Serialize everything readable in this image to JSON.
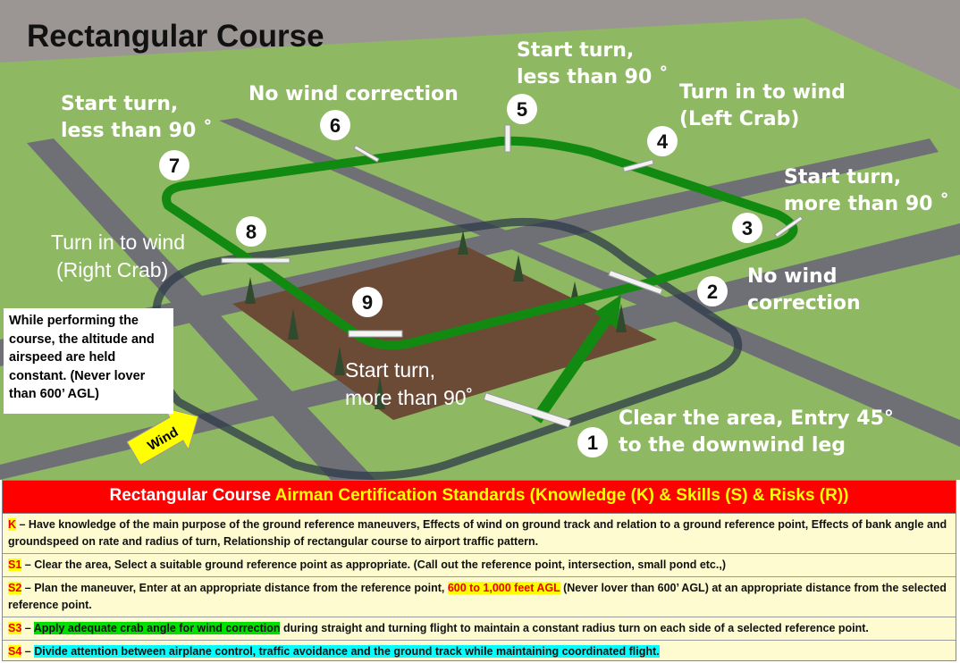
{
  "title": "Rectangular Course",
  "labels": {
    "p1": [
      "Clear the area, Entry 45°",
      "to the downwind leg"
    ],
    "p2": [
      "No wind",
      "correction"
    ],
    "p3": [
      "Start turn,",
      "more than 90 ˚"
    ],
    "p4": [
      "Turn in to wind",
      "(Left Crab)"
    ],
    "p5": [
      "Start turn,",
      "less than 90 ˚"
    ],
    "p6": [
      "No wind correction"
    ],
    "p7": [
      "Start turn,",
      "less than 90 ˚"
    ],
    "p8": [
      "Turn in to wind",
      "(Right Crab)"
    ],
    "p9": [
      "Start turn,",
      "more than 90˚"
    ]
  },
  "points": [
    "1",
    "2",
    "3",
    "4",
    "5",
    "6",
    "7",
    "8",
    "9"
  ],
  "wind_label": "Wind",
  "note": "While performing the course, the altitude and airspeed are held constant. (Never lover than 600’ AGL)",
  "acs": {
    "header_white": "Rectangular Course",
    "header_yellow": "Airman Certification Standards (Knowledge (K) & Skills (S) & Risks (R))",
    "rows": [
      {
        "code": "K",
        "text": " – Have knowledge of  the main purpose of the ground reference maneuvers, Effects of wind on ground track and relation to a ground reference point, Effects of bank angle and groundspeed on rate and radius of turn, Relationship of rectangular course to airport traffic pattern."
      },
      {
        "code": "S1",
        "text": " – Clear the area, Select a suitable ground reference point as appropriate. (Call out the reference point, intersection, small pond etc.,)"
      },
      {
        "code": "S2",
        "pre": " – Plan the maneuver, Enter at an appropriate distance from the reference point, ",
        "hl": "600 to 1,000 feet AGL",
        "post": " (Never lover than 600’ AGL) at an appropriate distance from the selected reference point."
      },
      {
        "code": "S3",
        "pre": " – ",
        "hl": "Apply adequate crab angle for wind correction",
        "post": " during straight and turning flight to maintain a constant radius turn on each side of a selected reference point."
      },
      {
        "code": "S4",
        "pre": " – ",
        "hl": "Divide attention between airplane control, traffic avoidance and the ground track while maintaining coordinated flight.",
        "post": ""
      }
    ]
  },
  "colors": {
    "track": "#128a12",
    "header_bg": "#ff0000",
    "header_accent": "#ffff00",
    "table_bg": "#fdfbcf",
    "grass": "#8fb862",
    "road": "#6e6d78"
  }
}
